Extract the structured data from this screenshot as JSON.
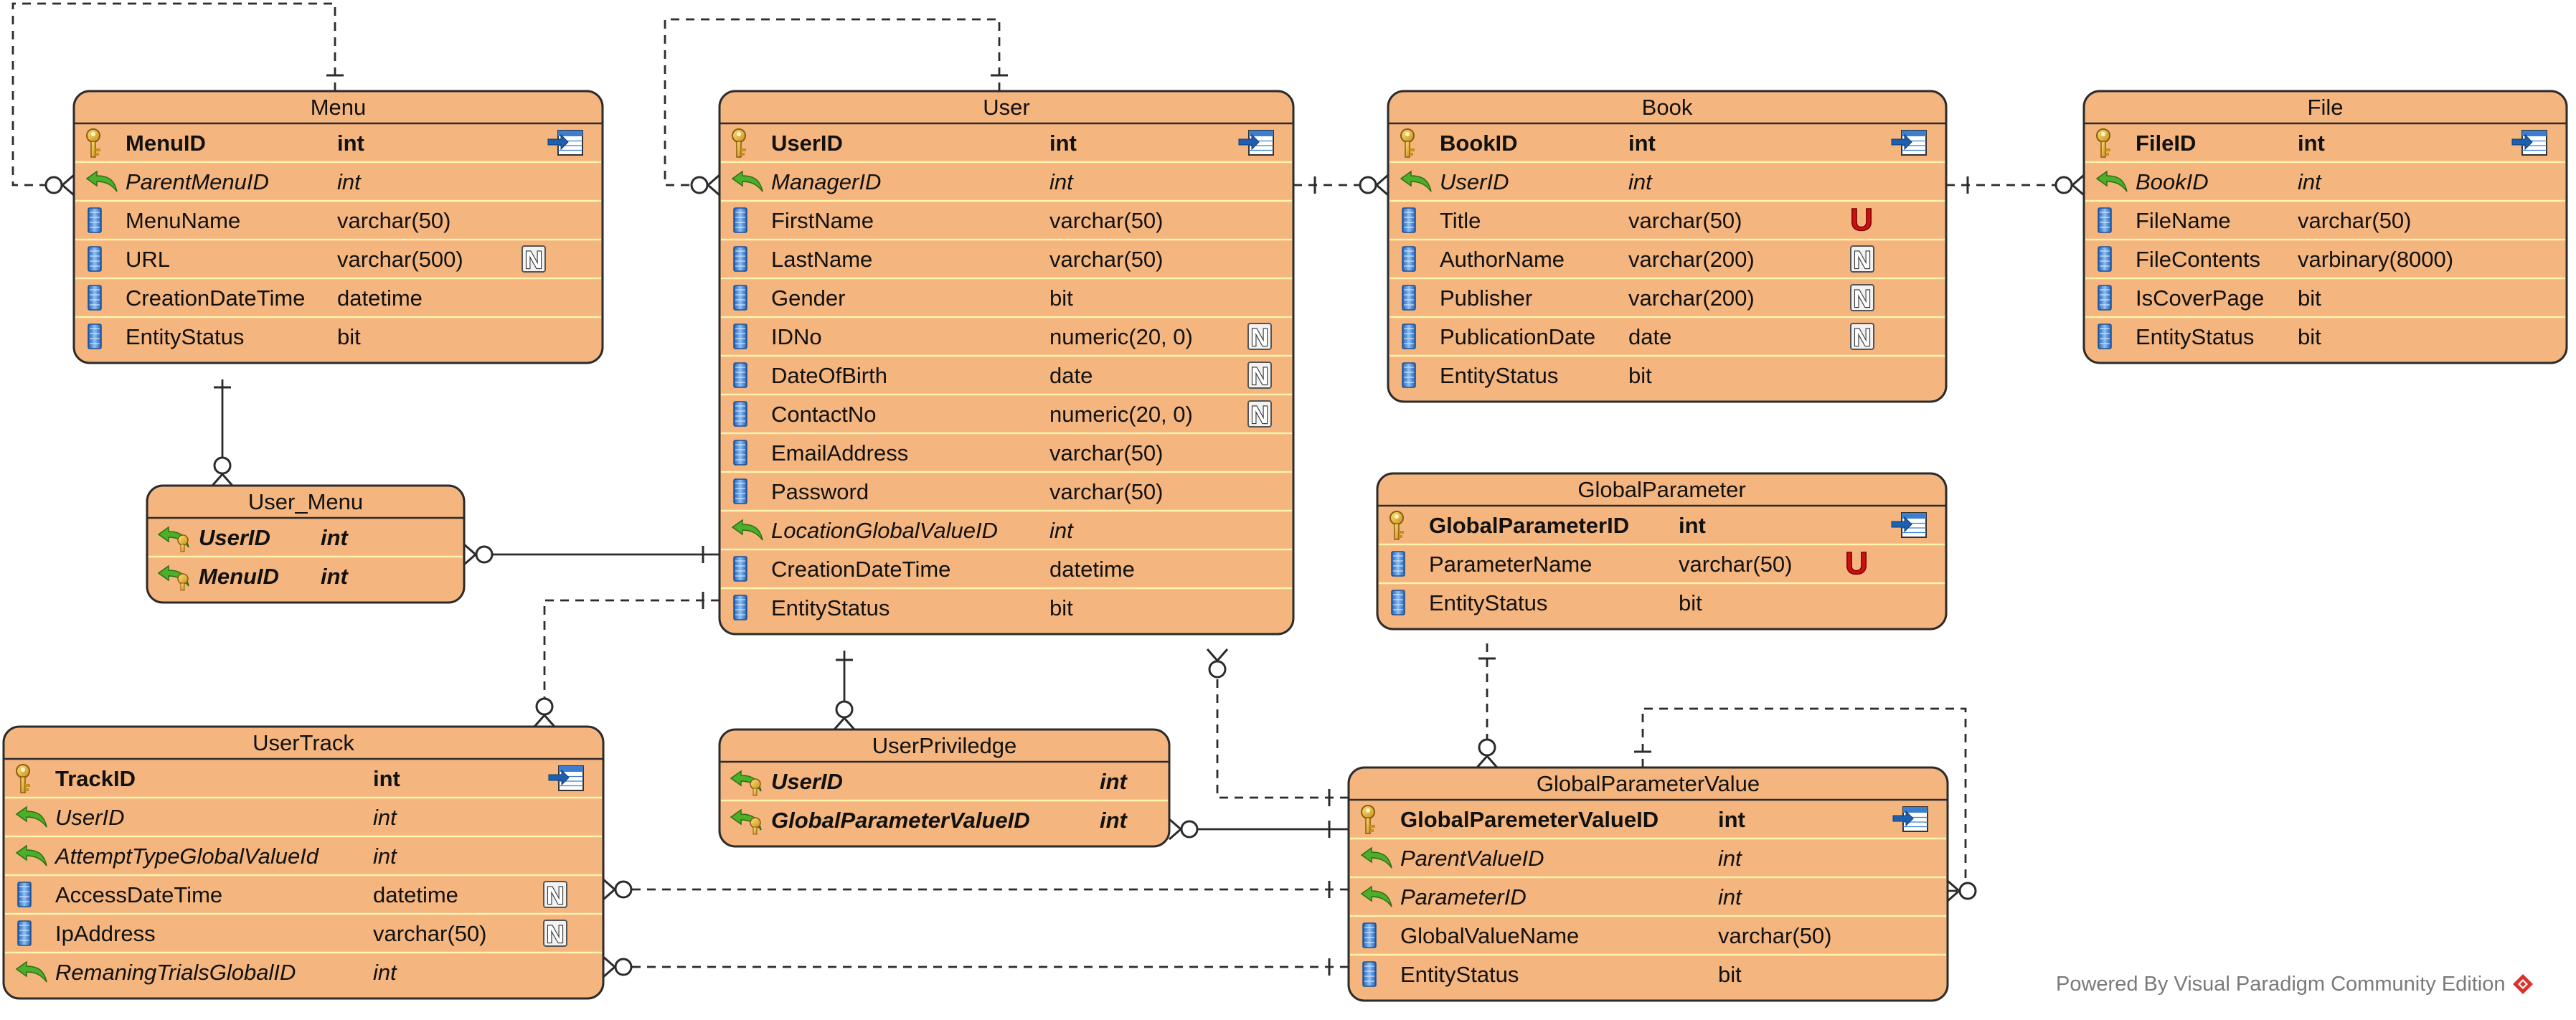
{
  "entities": [
    {
      "id": "menu",
      "name": "Menu",
      "rows": [
        {
          "col": "MenuID",
          "type": "int",
          "kind": "pk"
        },
        {
          "col": "ParentMenuID",
          "type": "int",
          "kind": "fk"
        },
        {
          "col": "MenuName",
          "type": "varchar(50)",
          "kind": "col"
        },
        {
          "col": "URL",
          "type": "varchar(500)",
          "kind": "col",
          "flag": "N"
        },
        {
          "col": "CreationDateTime",
          "type": "datetime",
          "kind": "col"
        },
        {
          "col": "EntityStatus",
          "type": "bit",
          "kind": "col"
        }
      ]
    },
    {
      "id": "user",
      "name": "User",
      "rows": [
        {
          "col": "UserID",
          "type": "int",
          "kind": "pk"
        },
        {
          "col": "ManagerID",
          "type": "int",
          "kind": "fk"
        },
        {
          "col": "FirstName",
          "type": "varchar(50)",
          "kind": "col"
        },
        {
          "col": "LastName",
          "type": "varchar(50)",
          "kind": "col"
        },
        {
          "col": "Gender",
          "type": "bit",
          "kind": "col"
        },
        {
          "col": "IDNo",
          "type": "numeric(20, 0)",
          "kind": "col",
          "flag": "N"
        },
        {
          "col": "DateOfBirth",
          "type": "date",
          "kind": "col",
          "flag": "N"
        },
        {
          "col": "ContactNo",
          "type": "numeric(20, 0)",
          "kind": "col",
          "flag": "N"
        },
        {
          "col": "EmailAddress",
          "type": "varchar(50)",
          "kind": "col"
        },
        {
          "col": "Password",
          "type": "varchar(50)",
          "kind": "col"
        },
        {
          "col": "LocationGlobalValueID",
          "type": "int",
          "kind": "fk"
        },
        {
          "col": "CreationDateTime",
          "type": "datetime",
          "kind": "col"
        },
        {
          "col": "EntityStatus",
          "type": "bit",
          "kind": "col"
        }
      ]
    },
    {
      "id": "book",
      "name": "Book",
      "rows": [
        {
          "col": "BookID",
          "type": "int",
          "kind": "pk"
        },
        {
          "col": "UserID",
          "type": "int",
          "kind": "fk"
        },
        {
          "col": "Title",
          "type": "varchar(50)",
          "kind": "col",
          "flag": "U"
        },
        {
          "col": "AuthorName",
          "type": "varchar(200)",
          "kind": "col",
          "flag": "N"
        },
        {
          "col": "Publisher",
          "type": "varchar(200)",
          "kind": "col",
          "flag": "N"
        },
        {
          "col": "PublicationDate",
          "type": "date",
          "kind": "col",
          "flag": "N"
        },
        {
          "col": "EntityStatus",
          "type": "bit",
          "kind": "col"
        }
      ]
    },
    {
      "id": "file",
      "name": "File",
      "rows": [
        {
          "col": "FileID",
          "type": "int",
          "kind": "pk"
        },
        {
          "col": "BookID",
          "type": "int",
          "kind": "fk"
        },
        {
          "col": "FileName",
          "type": "varchar(50)",
          "kind": "col"
        },
        {
          "col": "FileContents",
          "type": "varbinary(8000)",
          "kind": "col"
        },
        {
          "col": "IsCoverPage",
          "type": "bit",
          "kind": "col"
        },
        {
          "col": "EntityStatus",
          "type": "bit",
          "kind": "col"
        }
      ]
    },
    {
      "id": "user_menu",
      "name": "User_Menu",
      "rows": [
        {
          "col": "UserID",
          "type": "int",
          "kind": "pkfk"
        },
        {
          "col": "MenuID",
          "type": "int",
          "kind": "pkfk"
        }
      ]
    },
    {
      "id": "globalparameter",
      "name": "GlobalParameter",
      "rows": [
        {
          "col": "GlobalParameterID",
          "type": "int",
          "kind": "pk"
        },
        {
          "col": "ParameterName",
          "type": "varchar(50)",
          "kind": "col",
          "flag": "U"
        },
        {
          "col": "EntityStatus",
          "type": "bit",
          "kind": "col"
        }
      ]
    },
    {
      "id": "usertrack",
      "name": "UserTrack",
      "rows": [
        {
          "col": "TrackID",
          "type": "int",
          "kind": "pk"
        },
        {
          "col": "UserID",
          "type": "int",
          "kind": "fk"
        },
        {
          "col": "AttemptTypeGlobalValueId",
          "type": "int",
          "kind": "fk"
        },
        {
          "col": "AccessDateTime",
          "type": "datetime",
          "kind": "col",
          "flag": "N"
        },
        {
          "col": "IpAddress",
          "type": "varchar(50)",
          "kind": "col",
          "flag": "N"
        },
        {
          "col": "RemaningTrialsGlobalID",
          "type": "int",
          "kind": "fk"
        }
      ]
    },
    {
      "id": "userpriviledge",
      "name": "UserPriviledge",
      "rows": [
        {
          "col": "UserID",
          "type": "int",
          "kind": "pkfk"
        },
        {
          "col": "GlobalParameterValueID",
          "type": "int",
          "kind": "pkfk"
        }
      ]
    },
    {
      "id": "globalparametervalue",
      "name": "GlobalParameterValue",
      "rows": [
        {
          "col": "GlobalParemeterValueID",
          "type": "int",
          "kind": "pk"
        },
        {
          "col": "ParentValueID",
          "type": "int",
          "kind": "fk"
        },
        {
          "col": "ParameterID",
          "type": "int",
          "kind": "fk"
        },
        {
          "col": "GlobalValueName",
          "type": "varchar(50)",
          "kind": "col"
        },
        {
          "col": "EntityStatus",
          "type": "bit",
          "kind": "col"
        }
      ]
    }
  ],
  "relationships": [
    {
      "from": "menu",
      "to": "menu",
      "style": "dashed"
    },
    {
      "from": "user",
      "to": "user",
      "style": "dashed"
    },
    {
      "from": "user",
      "to": "book",
      "style": "dashed"
    },
    {
      "from": "book",
      "to": "file",
      "style": "dashed"
    },
    {
      "from": "menu",
      "to": "user_menu",
      "style": "solid"
    },
    {
      "from": "user",
      "to": "user_menu",
      "style": "solid"
    },
    {
      "from": "user",
      "to": "usertrack",
      "style": "dashed"
    },
    {
      "from": "user",
      "to": "userpriviledge",
      "style": "solid"
    },
    {
      "from": "globalparametervalue",
      "to": "user",
      "style": "dashed"
    },
    {
      "from": "globalparameter",
      "to": "globalparametervalue",
      "style": "dashed"
    },
    {
      "from": "globalparametervalue",
      "to": "globalparametervalue",
      "style": "dashed"
    },
    {
      "from": "globalparametervalue",
      "to": "userpriviledge",
      "style": "solid"
    },
    {
      "from": "globalparametervalue",
      "to": "usertrack",
      "style": "dashed"
    },
    {
      "from": "globalparametervalue",
      "to": "usertrack",
      "style": "dashed"
    }
  ],
  "colors": {
    "entity_fill": "#F4B57E",
    "entity_border": "#2b2b2b",
    "row_divider": "#FFF4B0",
    "key_icon": "#E3B32C",
    "fk_arrow": "#4CAF2A",
    "column_icon": "#3C7FD0",
    "unique_flag": "#D01010",
    "nullable_flag": "#8A8A8A"
  },
  "footer": {
    "text": "Powered By  Visual Paradigm Community Edition"
  }
}
